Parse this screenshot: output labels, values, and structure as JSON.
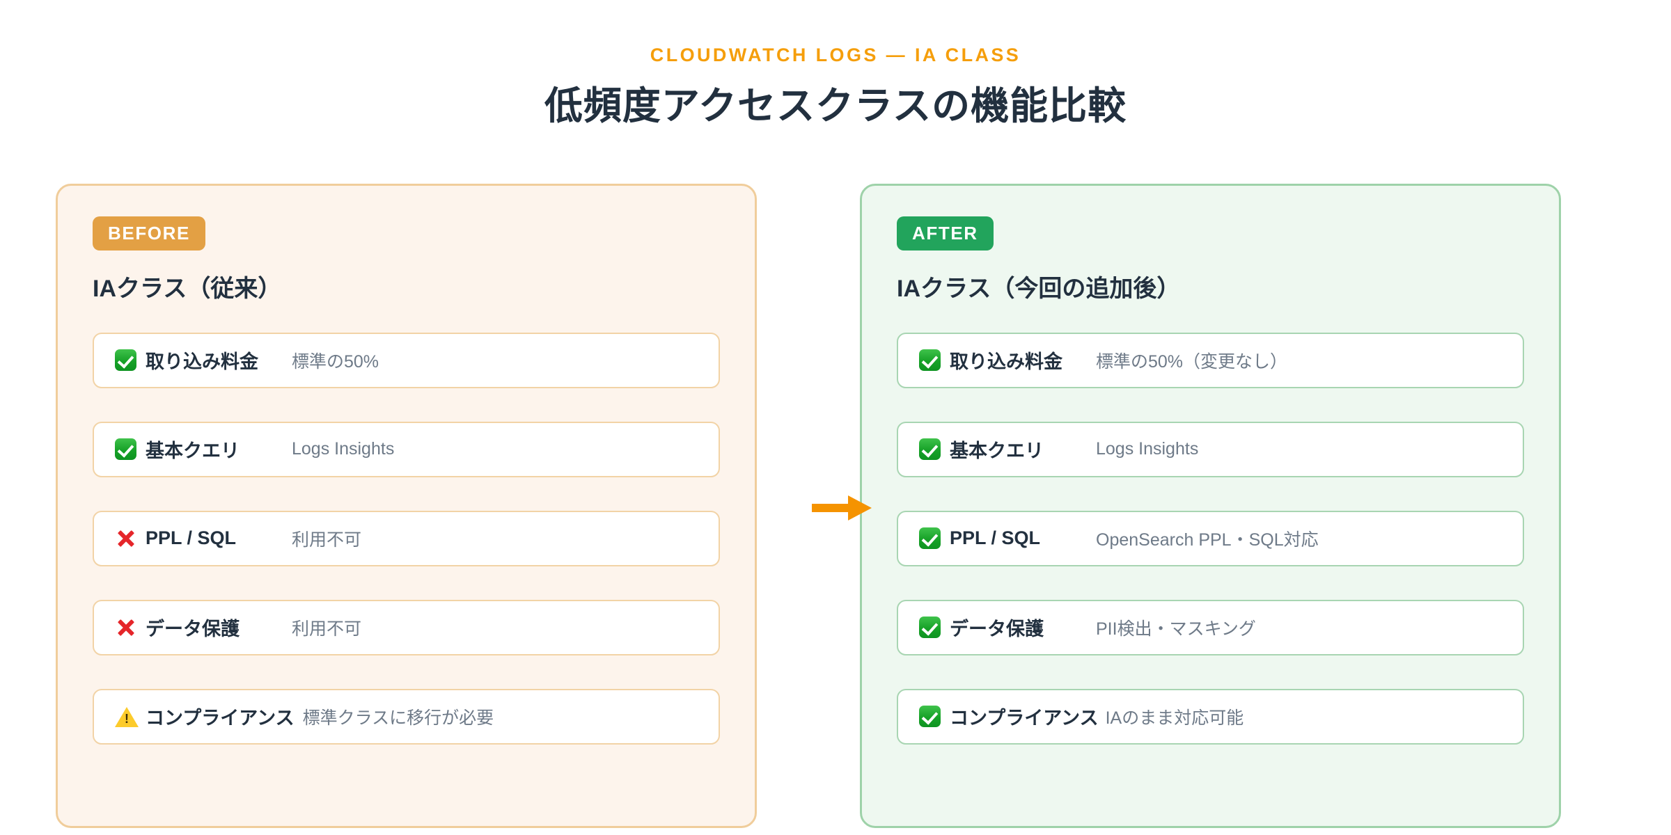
{
  "header": {
    "eyebrow": "CLOUDWATCH LOGS — IA CLASS",
    "title": "低頻度アクセスクラスの機能比較"
  },
  "arrow": {
    "icon": "arrow-right-icon",
    "color": "#F59300"
  },
  "colors": {
    "accent_orange": "#F59E0B",
    "badge_before": "#E3A044",
    "badge_after": "#22A45C",
    "panel_before_bg": "#FDF4EC",
    "panel_before_border": "#F0CD9B",
    "panel_after_bg": "#EEF8F0",
    "panel_after_border": "#9ED2A9",
    "label_text": "#22303F",
    "value_text": "#6E7A88"
  },
  "panels": {
    "before": {
      "badge": "BEFORE",
      "title": "IAクラス（従来）",
      "rows": [
        {
          "icon": "check-icon",
          "status": "ok",
          "label": "取り込み料金",
          "value": "標準の50%"
        },
        {
          "icon": "check-icon",
          "status": "ok",
          "label": "基本クエリ",
          "value": "Logs Insights"
        },
        {
          "icon": "cross-icon",
          "status": "no",
          "label": "PPL / SQL",
          "value": "利用不可"
        },
        {
          "icon": "cross-icon",
          "status": "no",
          "label": "データ保護",
          "value": "利用不可"
        },
        {
          "icon": "warning-icon",
          "status": "warn",
          "label": "コンプライアンス",
          "value": "標準クラスに移行が必要"
        }
      ]
    },
    "after": {
      "badge": "AFTER",
      "title": "IAクラス（今回の追加後）",
      "rows": [
        {
          "icon": "check-icon",
          "status": "ok",
          "label": "取り込み料金",
          "value": "標準の50%（変更なし）"
        },
        {
          "icon": "check-icon",
          "status": "ok",
          "label": "基本クエリ",
          "value": "Logs Insights"
        },
        {
          "icon": "check-icon",
          "status": "ok",
          "label": "PPL / SQL",
          "value": "OpenSearch PPL・SQL対応"
        },
        {
          "icon": "check-icon",
          "status": "ok",
          "label": "データ保護",
          "value": "PII検出・マスキング"
        },
        {
          "icon": "check-icon",
          "status": "ok",
          "label": "コンプライアンス",
          "value": "IAのまま対応可能"
        }
      ]
    }
  }
}
